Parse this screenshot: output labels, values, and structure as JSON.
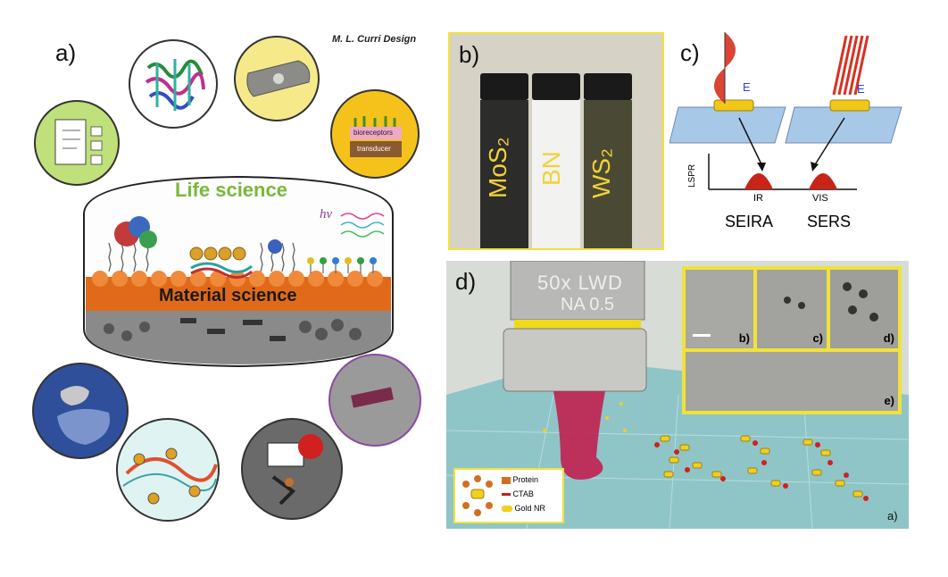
{
  "panel_a": {
    "label": "a)",
    "credit": "M. L. Curri Design",
    "life_science": "Life science",
    "material_science": "Material science",
    "hv": "hv",
    "bioreceptors": "bioreceptors",
    "transducer": "transducer"
  },
  "panel_b": {
    "label": "b)",
    "vials": [
      "MoS₂",
      "BN",
      "WS₂"
    ]
  },
  "panel_c": {
    "label": "c)",
    "field_label_left": "E",
    "field_label_right": "E",
    "y_axis": "LSPR",
    "peak_left": "IR",
    "peak_right": "VIS",
    "technique_left": "SEIRA",
    "technique_right": "SERS"
  },
  "panel_d": {
    "label": "d)",
    "objective_line1": "50x LWD",
    "objective_line2": "NA 0.5",
    "insets": [
      "b)",
      "c)",
      "d)",
      "e)"
    ],
    "corner_label": "a)",
    "legend": [
      "Protein",
      "CTAB",
      "Gold NR"
    ]
  },
  "colors": {
    "life_green": "#7ab83a",
    "orange": "#e06a1a",
    "yellow_frame": "#f1e23a",
    "red_peak": "#c9241a",
    "floor_teal": "#8fc5c7"
  }
}
